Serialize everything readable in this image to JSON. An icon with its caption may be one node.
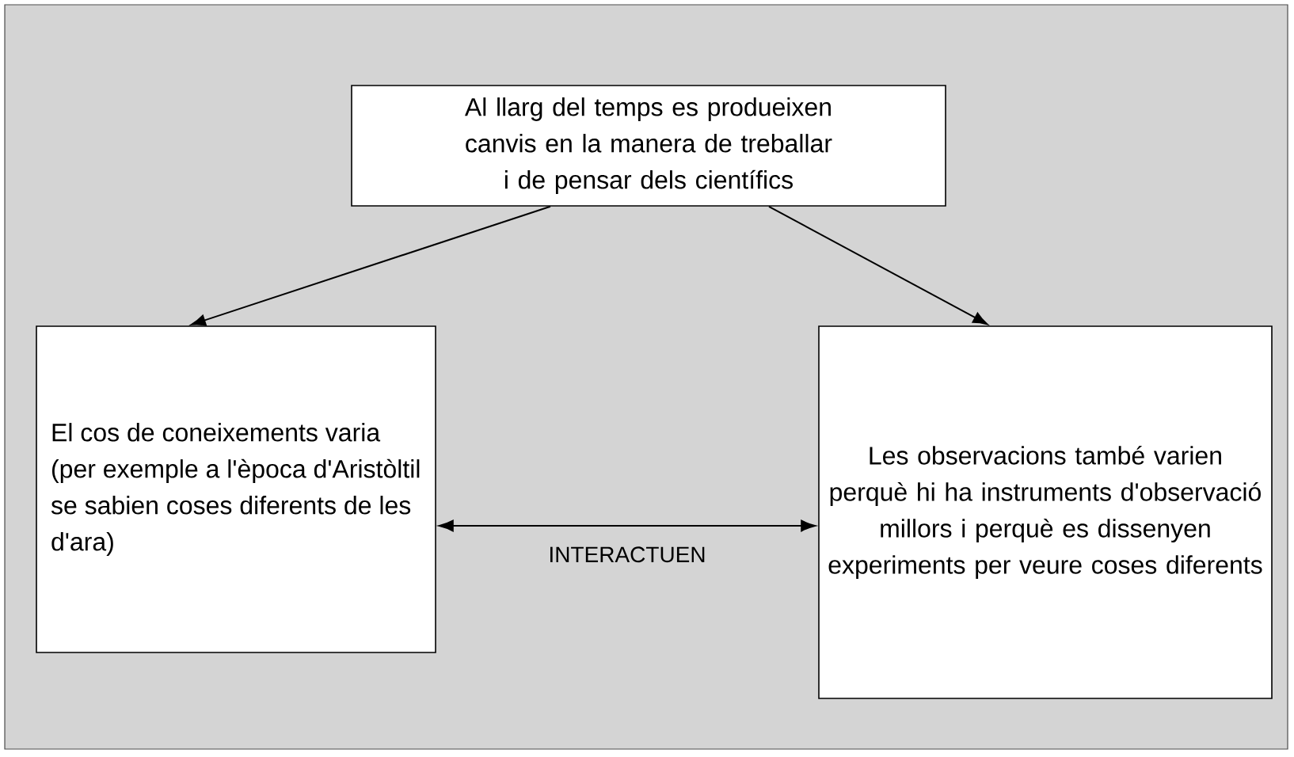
{
  "diagram": {
    "nodes": [
      {
        "text": [
          "Al llarg del temps es produeixen canvis en la manera de treballar i de pensar dels científics"
        ]
      },
      {
        "text": [
          "El cos de coneixements varia (per exemple a l'època d'Aristòltil se sabien coses diferents de les d'ara)"
        ]
      },
      {
        "text": [
          "Les observacions també varien perquè hi ha instruments d'observació millors i perquè es dissenyen experiments per veure coses diferents"
        ]
      }
    ],
    "edges": [
      {
        "from": 0,
        "to": 1,
        "arrow": "to"
      },
      {
        "from": 0,
        "to": 2,
        "arrow": "to"
      },
      {
        "from": 1,
        "to": 2,
        "arrow": "both",
        "label": "INTERACTUEN"
      }
    ]
  }
}
